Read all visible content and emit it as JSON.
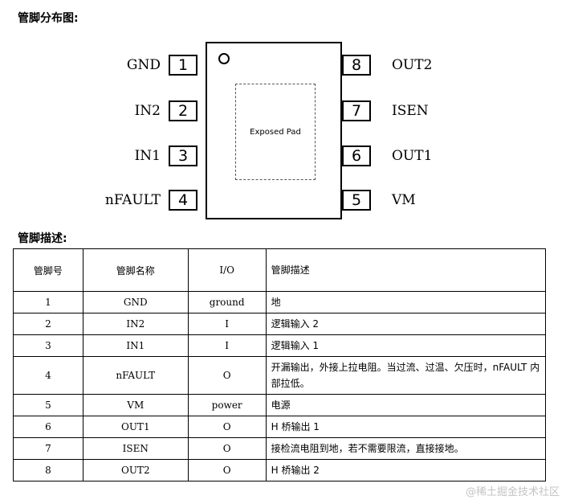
{
  "headings": {
    "pinout": "管脚分布图:",
    "description": "管脚描述:"
  },
  "diagram": {
    "exposed_pad_label": "Exposed Pad",
    "left_pins": [
      {
        "number": "1",
        "name": "GND"
      },
      {
        "number": "2",
        "name": "IN2"
      },
      {
        "number": "3",
        "name": "IN1"
      },
      {
        "number": "4",
        "name": "nFAULT"
      }
    ],
    "right_pins": [
      {
        "number": "8",
        "name": "OUT2"
      },
      {
        "number": "7",
        "name": "ISEN"
      },
      {
        "number": "6",
        "name": "OUT1"
      },
      {
        "number": "5",
        "name": "VM"
      }
    ]
  },
  "table": {
    "headers": [
      "管脚号",
      "管脚名称",
      "I/O",
      "管脚描述"
    ],
    "rows": [
      [
        "1",
        "GND",
        "ground",
        "地"
      ],
      [
        "2",
        "IN2",
        "I",
        "逻辑输入 2"
      ],
      [
        "3",
        "IN1",
        "I",
        "逻辑输入 1"
      ],
      [
        "4",
        "nFAULT",
        "O",
        "开漏输出，外接上拉电阻。当过流、过温、欠压时，nFAULT 内部拉低。"
      ],
      [
        "5",
        "VM",
        "power",
        "电源"
      ],
      [
        "6",
        "OUT1",
        "O",
        "H 桥输出 1"
      ],
      [
        "7",
        "ISEN",
        "O",
        "接检流电阻到地，若不需要限流，直接接地。"
      ],
      [
        "8",
        "OUT2",
        "O",
        "H 桥输出 2"
      ]
    ]
  },
  "watermark": "@稀土掘金技术社区"
}
